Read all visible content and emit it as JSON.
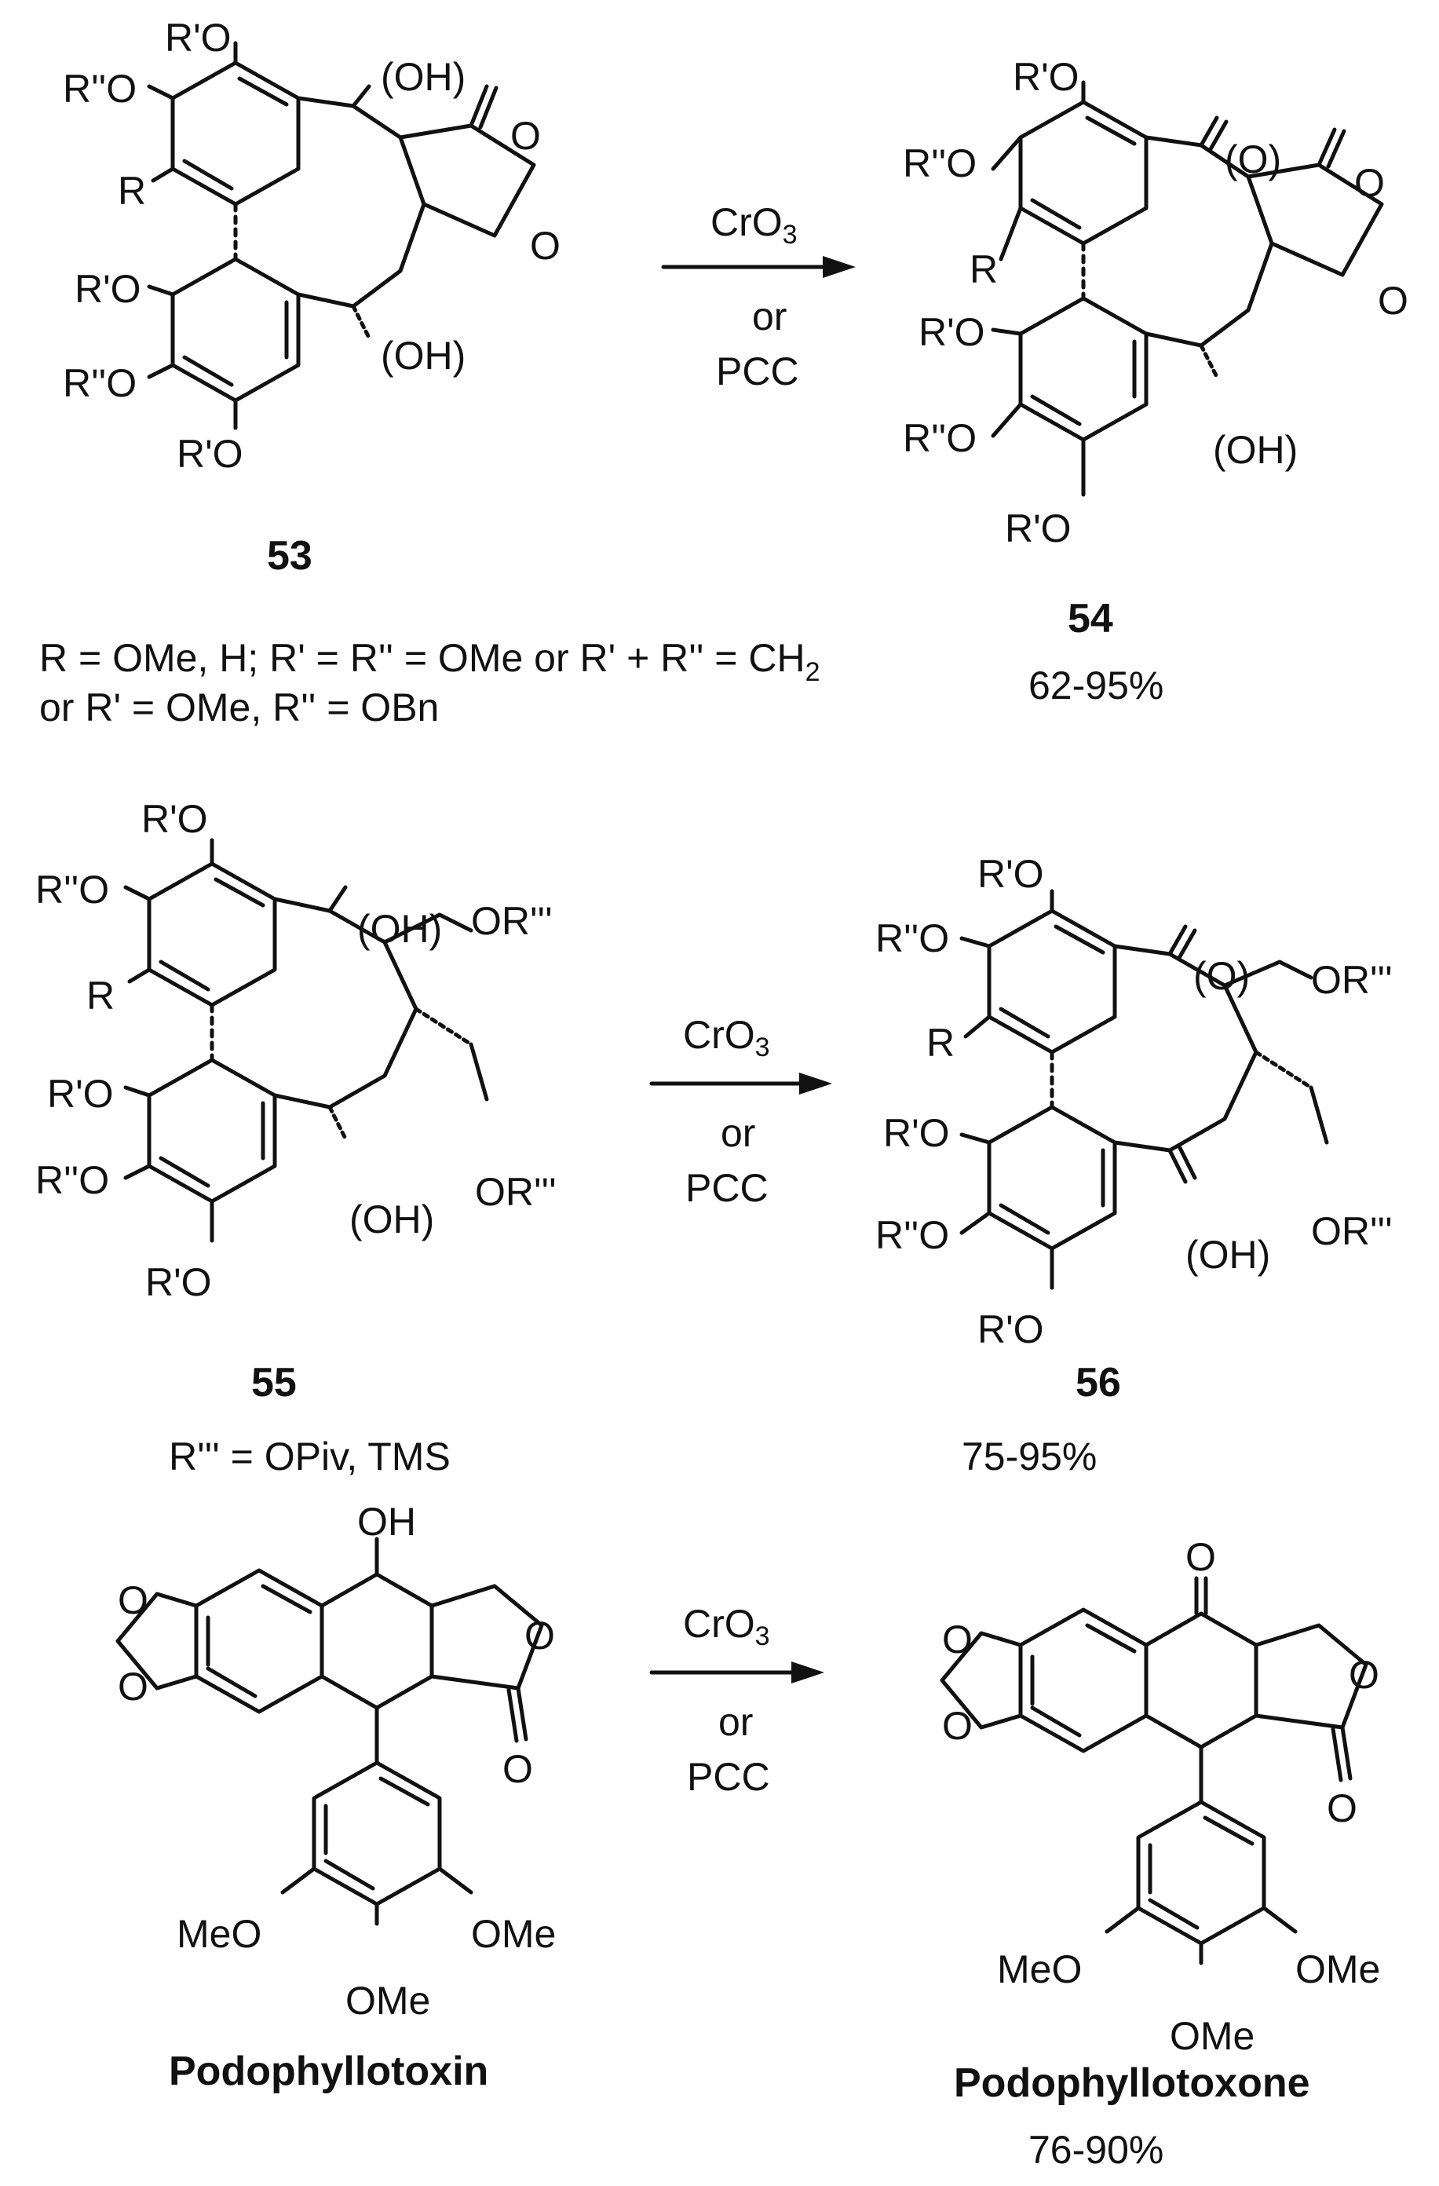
{
  "reactions": [
    {
      "reagent_line1": "CrO",
      "reagent_line1_sub": "3",
      "reagent_line2": "or",
      "reagent_line3": "PCC"
    },
    {
      "reagent_line1": "CrO",
      "reagent_line1_sub": "3",
      "reagent_line2": "or",
      "reagent_line3": "PCC"
    },
    {
      "reagent_line1": "CrO",
      "reagent_line1_sub": "3",
      "reagent_line2": "or",
      "reagent_line3": "PCC"
    }
  ],
  "compounds": {
    "c53": {
      "label": "53"
    },
    "c54": {
      "label": "54",
      "yield": "62-95%"
    },
    "c55": {
      "label": "55"
    },
    "c56": {
      "label": "56",
      "yield": "75-95%"
    },
    "podophyllotoxin": {
      "label": "Podophyllotoxin"
    },
    "podophyllotoxone": {
      "label": "Podophyllotoxone",
      "yield": "76-90%"
    }
  },
  "notes": {
    "row1_line1": "R = OMe, H; R' = R'' = OMe or R' + R'' = CH",
    "row1_line1_sub": "2",
    "row1_line2": "or R' = OMe, R'' = OBn",
    "row2": "R''' = OPiv, TMS"
  },
  "atoms": {
    "r1o": "R'O",
    "r2o": "R''O",
    "r": "R",
    "oh": "(OH)",
    "oxo": "(O)",
    "o": "O",
    "or3": "OR'''",
    "ohplain": "OH",
    "meo": "MeO",
    "ome": "OMe"
  }
}
